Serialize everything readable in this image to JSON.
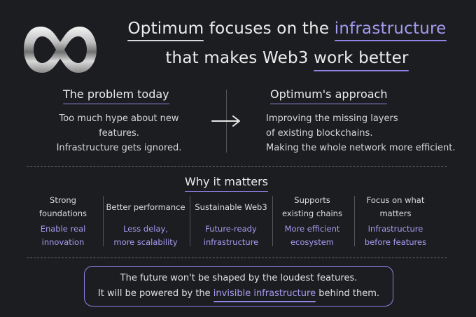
{
  "headline": {
    "brand": "Optimum",
    "line1_mid": " focuses on the ",
    "line1_end": "infrastructure",
    "line2_start": "that makes Web3 ",
    "line2_end": "work better"
  },
  "problem": {
    "title": "The problem today",
    "lines": [
      "Too much hype about new features.",
      "Infrastructure gets ignored."
    ]
  },
  "approach": {
    "title": "Optimum's approach",
    "lines": [
      "Improving the missing layers",
      "of existing blockchains.",
      "Making the whole network more efficient."
    ]
  },
  "why": {
    "title": "Why it matters",
    "items": [
      {
        "label": [
          "Strong",
          "foundations"
        ],
        "sub": [
          "Enable real",
          "innovation"
        ]
      },
      {
        "label": [
          "Better performance"
        ],
        "sub": [
          "Less delay,",
          "more scalability"
        ]
      },
      {
        "label": [
          "Sustainable Web3"
        ],
        "sub": [
          "Future-ready",
          "infrastructure"
        ]
      },
      {
        "label": [
          "Supports",
          "existing chains"
        ],
        "sub": [
          "More efficient",
          "ecosystem"
        ]
      },
      {
        "label": [
          "Focus on what",
          "matters"
        ],
        "sub": [
          "Infrastructure",
          "before features"
        ]
      }
    ]
  },
  "closing": {
    "line1": "The future won't be shaped by the loudest features.",
    "line2_start": "It will be powered by the ",
    "line2_highlight": "invisible infrastructure",
    "line2_end": " behind them."
  },
  "colors": {
    "background": "#1c1d21",
    "accent": "#a59bf0",
    "text": "#e6e6e6"
  },
  "icons": {
    "logo": "chrome-infinity-logo",
    "arrow": "right-arrow-icon"
  }
}
